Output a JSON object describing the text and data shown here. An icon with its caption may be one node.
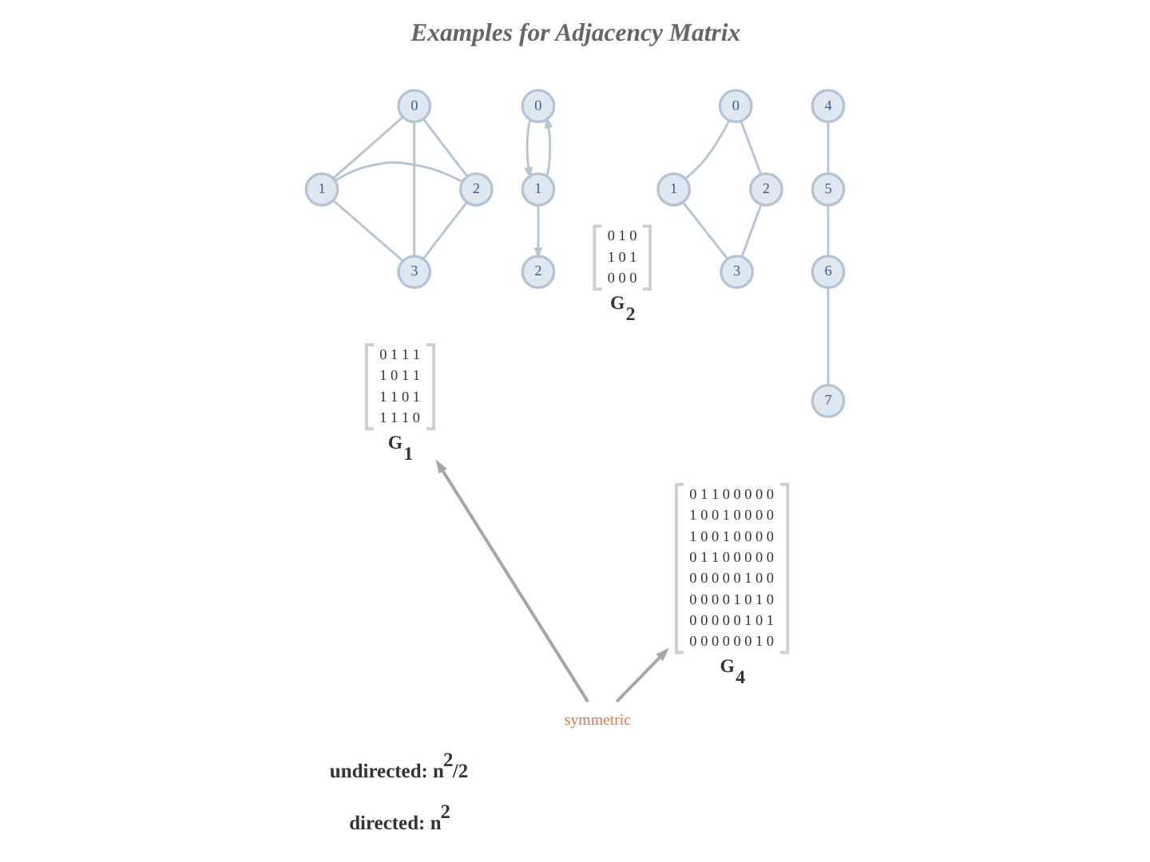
{
  "diagram": {
    "title": "Examples for Adjacency Matrix",
    "nodes": [
      {
        "text": [
          "0"
        ]
      },
      {
        "text": [
          "1"
        ]
      },
      {
        "text": [
          "2"
        ]
      },
      {
        "text": [
          "3"
        ]
      },
      {
        "text": [
          "0 1 1 1",
          "1 0 1 1",
          "1 1 0 1",
          "1 1 1 0",
          "G$_{1}$"
        ]
      },
      {
        "text": [
          "0"
        ]
      },
      {
        "text": [
          "1"
        ]
      },
      {
        "text": [
          "2"
        ]
      },
      {
        "text": [
          "0 1 0",
          "1 0 1",
          "0 0 0",
          "G$_{2}$"
        ]
      },
      {
        "text": [
          "0"
        ]
      },
      {
        "text": [
          "1"
        ]
      },
      {
        "text": [
          "2"
        ]
      },
      {
        "text": [
          "3"
        ]
      },
      {
        "text": [
          "4"
        ]
      },
      {
        "text": [
          "5"
        ]
      },
      {
        "text": [
          "6"
        ]
      },
      {
        "text": [
          "7"
        ]
      },
      {
        "text": [
          "0 1 1 0 0 0 0 0",
          "1 0 0 1 0 0 0 0",
          "1 0 0 1 0 0 0 0",
          "0 1 1 0 0 0 0 0",
          "0 0 0 0 0 1 0 0",
          "0 0 0 0 1 0 1 0",
          "0 0 0 0 0 1 0 1",
          "0 0 0 0 0 0 1 0",
          "G$_{4}$"
        ]
      },
      {
        "text": [
          "symmetric"
        ]
      }
    ],
    "edges": [
      {
        "from": 0,
        "to": 1,
        "arrow": "none"
      },
      {
        "from": 0,
        "to": 2,
        "arrow": "none"
      },
      {
        "from": 0,
        "to": 3,
        "arrow": "none"
      },
      {
        "from": 1,
        "to": 2,
        "arrow": "none"
      },
      {
        "from": 1,
        "to": 3,
        "arrow": "none"
      },
      {
        "from": 2,
        "to": 3,
        "arrow": "none"
      },
      {
        "from": 5,
        "to": 6,
        "arrow": "to"
      },
      {
        "from": 6,
        "to": 5,
        "arrow": "to"
      },
      {
        "from": 6,
        "to": 7,
        "arrow": "to"
      },
      {
        "from": 9,
        "to": 10,
        "arrow": "none"
      },
      {
        "from": 9,
        "to": 11,
        "arrow": "none"
      },
      {
        "from": 10,
        "to": 12,
        "arrow": "none"
      },
      {
        "from": 11,
        "to": 12,
        "arrow": "none"
      },
      {
        "from": 13,
        "to": 14,
        "arrow": "none"
      },
      {
        "from": 14,
        "to": 15,
        "arrow": "none"
      },
      {
        "from": 15,
        "to": 16,
        "arrow": "none"
      },
      {
        "from": 18,
        "to": 4,
        "arrow": "to",
        "color": "#a6a6a6"
      },
      {
        "from": 18,
        "to": 17,
        "arrow": "to",
        "color": "#a6a6a6"
      }
    ],
    "labels": [
      "undirected: n$^{2}$/2",
      "directed: n$^{2}$"
    ]
  }
}
